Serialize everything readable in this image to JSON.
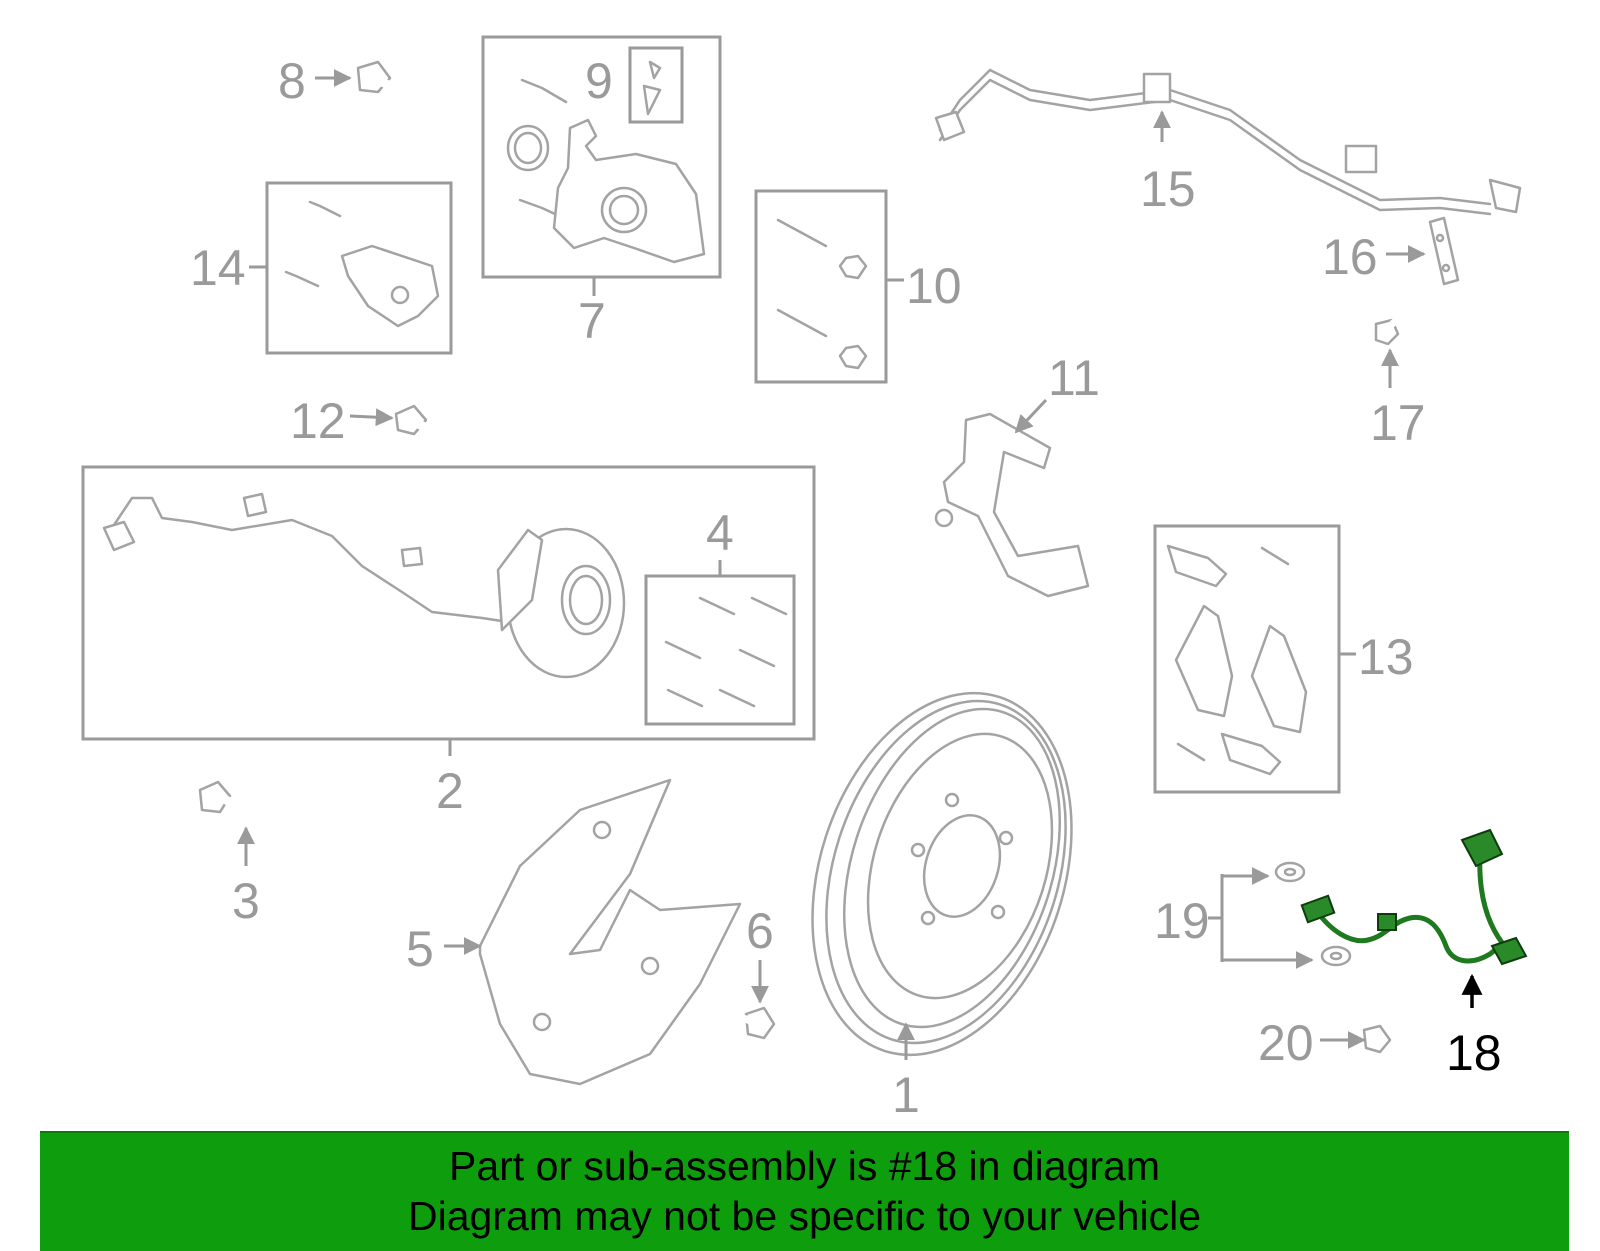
{
  "labels": {
    "l1": "1",
    "l2": "2",
    "l3": "3",
    "l4": "4",
    "l5": "5",
    "l6": "6",
    "l7": "7",
    "l8": "8",
    "l9": "9",
    "l10": "10",
    "l11": "11",
    "l12": "12",
    "l13": "13",
    "l14": "14",
    "l15": "15",
    "l16": "16",
    "l17": "17",
    "l18": "18",
    "l19": "19",
    "l20": "20"
  },
  "highlight": {
    "part": "18",
    "color": "#1f7a1f"
  },
  "banner": {
    "line1": "Part or sub-assembly is #18 in diagram",
    "line2": "Diagram may not be specific to your vehicle",
    "background": "#0d9d0d"
  }
}
